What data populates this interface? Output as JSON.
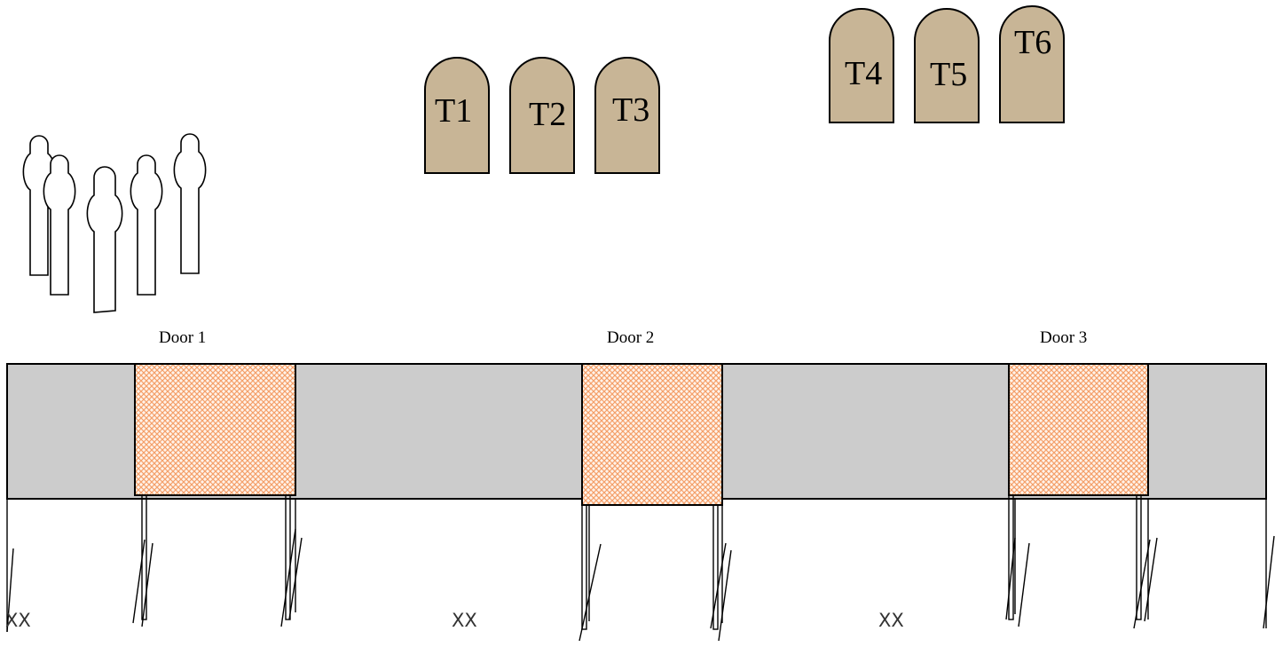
{
  "tombstones": [
    {
      "label": "T1"
    },
    {
      "label": "T2"
    },
    {
      "label": "T3"
    },
    {
      "label": "T4"
    },
    {
      "label": "T5"
    },
    {
      "label": "T6"
    }
  ],
  "doors": [
    {
      "label": "Door 1"
    },
    {
      "label": "Door 2"
    },
    {
      "label": "Door 3"
    }
  ],
  "markers": [
    {
      "label": "XX"
    },
    {
      "label": "XX"
    },
    {
      "label": "XX"
    }
  ],
  "people_count": 5,
  "colors": {
    "tombstone_fill": "#c8b596",
    "wall_fill": "#cccccc",
    "door_pattern": "#f4a06a",
    "outline": "#000000"
  }
}
